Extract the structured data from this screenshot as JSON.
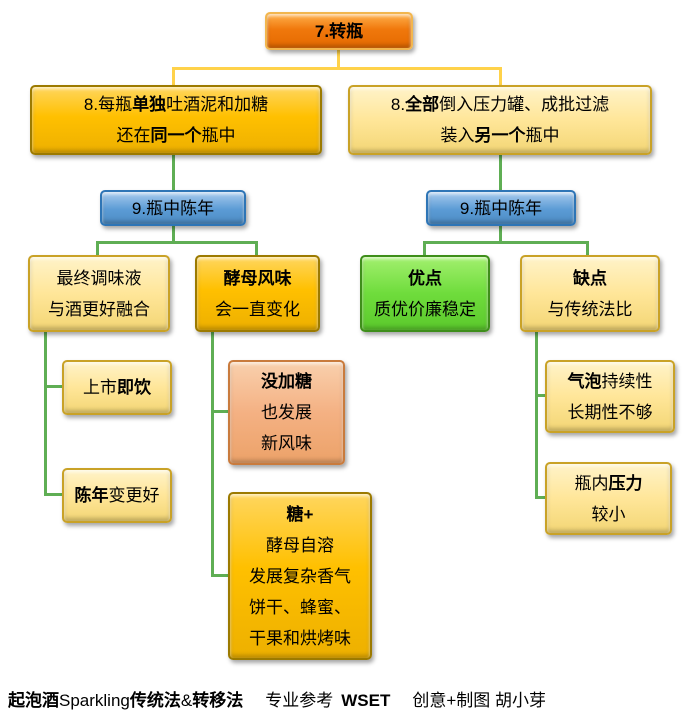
{
  "nodes": {
    "rotate": {
      "label": "7.转瓶"
    },
    "left8": {
      "l1a": "8.每瓶",
      "l1b": "单独",
      "l1c": "吐酒泥和加糖",
      "l2a": "还在",
      "l2b": "同一个",
      "l2c": "瓶中"
    },
    "right8": {
      "l1a": "8.",
      "l1b": "全部",
      "l1c": "倒入压力罐、成批过滤",
      "l2a": "装入",
      "l2b": "另一个",
      "l2c": "瓶中"
    },
    "age9l": {
      "label": "9.瓶中陈年"
    },
    "age9r": {
      "label": "9.瓶中陈年"
    },
    "dosage": {
      "l1": "最终调味液",
      "l2": "与酒更好融合"
    },
    "yeast": {
      "l1": "酵母风味",
      "l2": "会一直变化"
    },
    "drink": {
      "a": "上市",
      "b": "即饮"
    },
    "ageBetter": {
      "a": "陈年",
      "b": "变更好"
    },
    "noSugar": {
      "l1": "没加糖",
      "l2": "也发展",
      "l3": "新风味"
    },
    "sugar": {
      "l1": "糖+",
      "l2": "酵母自溶",
      "l3": "发展复杂香气",
      "l4": "饼干、蜂蜜、",
      "l5": "干果和烘烤味"
    },
    "pros": {
      "l1": "优点",
      "l2": "质优价廉稳定"
    },
    "cons": {
      "l1": "缺点",
      "l2": "与传统法比"
    },
    "bubble": {
      "l1a": "气泡",
      "l1b": "持续性",
      "l2": "长期性不够"
    },
    "pressure": {
      "l1a": "瓶内",
      "l1b": "压力",
      "l2": "较小"
    }
  },
  "footer": {
    "s1": "起泡酒",
    "s2": "Sparkling",
    "s3": "传统法",
    "s4": "&",
    "s5": "转移法",
    "s6": "专业参考",
    "s7": "WSET",
    "s8": "创意+制图 胡小芽"
  },
  "colors": {
    "orange_box": "#f0780c",
    "gold_box": "#ffc000",
    "pale_yellow_box": "#ffe699",
    "blue_box": "#5b9bd5",
    "green_box": "#6fdc3c",
    "salmon_box": "#f4b183",
    "line_yellow": "#ffd24a",
    "line_green": "#5fae54"
  }
}
